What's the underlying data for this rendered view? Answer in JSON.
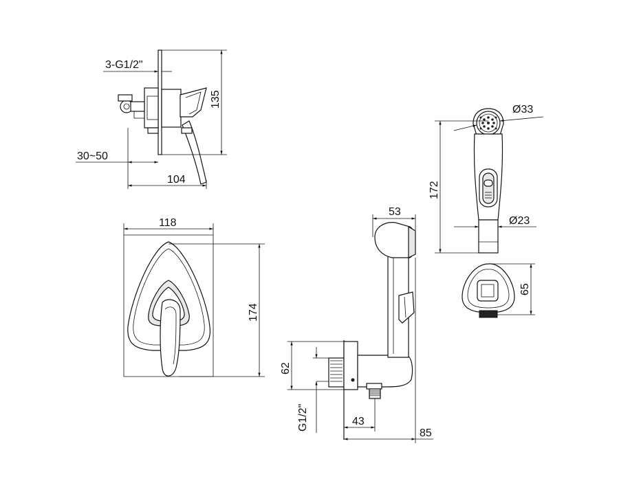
{
  "dimensions": {
    "inlet_thread": "3-G1/2\"",
    "side_height": "135",
    "wall_depth": "30~50",
    "side_depth": "104",
    "plate_width": "118",
    "plate_height": "174",
    "holder_width": "53",
    "elbow_height": "62",
    "elbow_thread": "G1/2\"",
    "elbow_offset": "43",
    "holder_depth": "85",
    "head_diameter": "Ø33",
    "shower_length": "172",
    "handle_diameter": "Ø23",
    "holder_bracket_height": "65"
  }
}
